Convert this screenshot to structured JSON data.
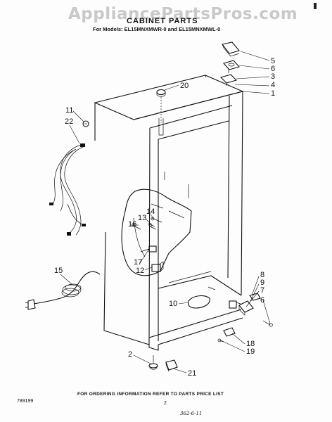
{
  "watermark": "AppliancePartsPros.com",
  "header": {
    "title": "CABINET PARTS",
    "models": "For Models: EL15MNXMWR-0 and EL15MNXMWL-0"
  },
  "callouts": [
    "5",
    "6",
    "3",
    "4",
    "1",
    "20",
    "11",
    "22",
    "14",
    "13",
    "16",
    "17",
    "12",
    "15",
    "8",
    "9",
    "7",
    "6",
    "10",
    "2",
    "18",
    "19",
    "21"
  ],
  "footer": {
    "ordering_note": "FOR ORDERING INFORMATION REFER TO PARTS PRICE LIST",
    "doc_number": "789199",
    "page_number": "2",
    "handwritten": "362-6-11"
  }
}
